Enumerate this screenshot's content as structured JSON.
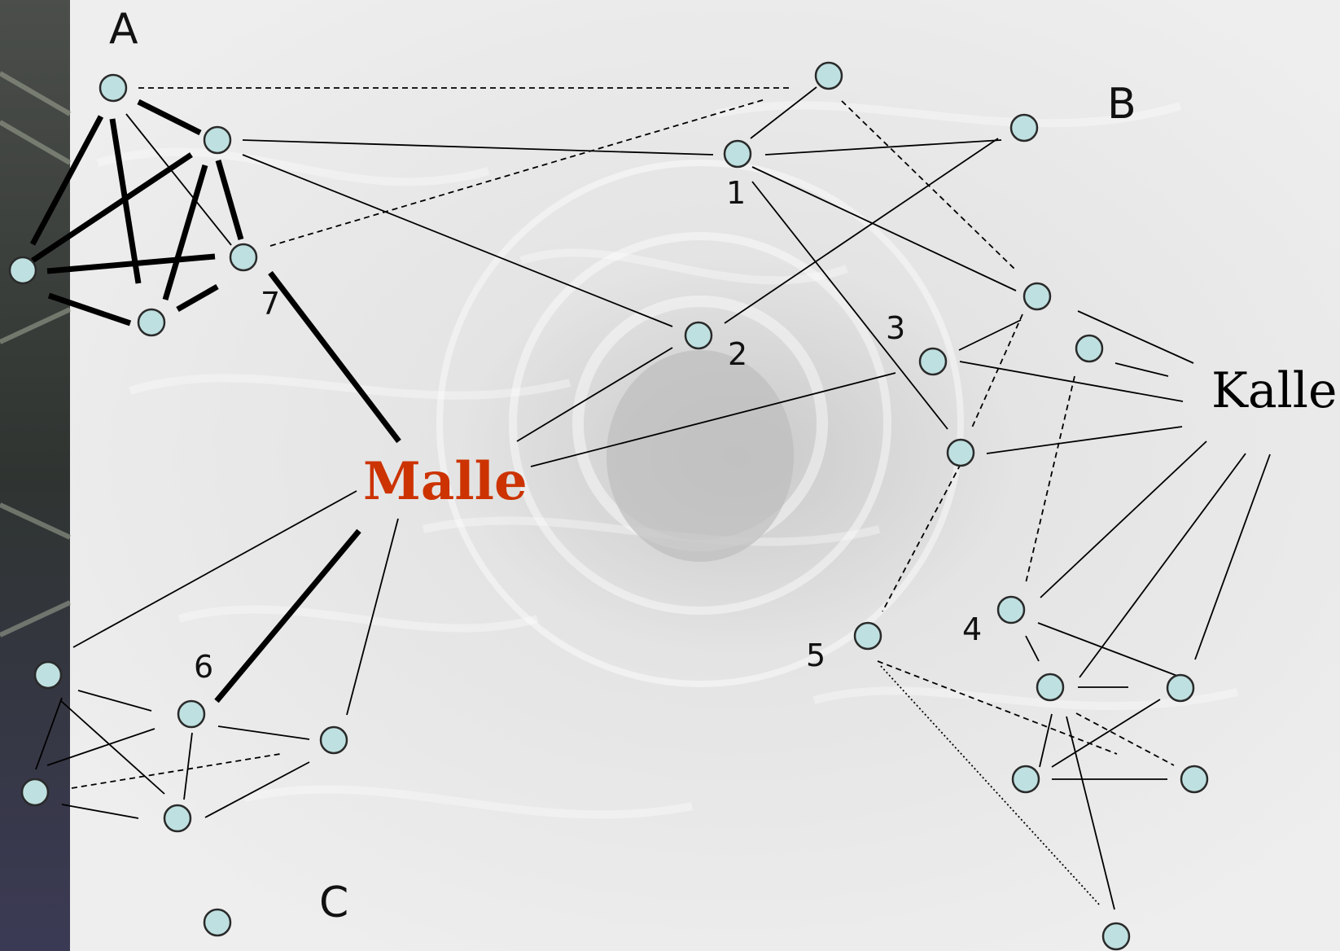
{
  "colors": {
    "node_fill": "#bfe0e0",
    "node_stroke": "#2a2a2a",
    "edge": "#000000",
    "malle": "#cc3300",
    "kalle": "#000000",
    "left_strip": "#3a3d44"
  },
  "group_labels": {
    "a": "A",
    "b": "B",
    "c": "C"
  },
  "node_numbers": {
    "n1": "1",
    "n2": "2",
    "n3": "3",
    "n4": "4",
    "n5": "5",
    "n6": "6",
    "n7": "7"
  },
  "people": {
    "malle": "Malle",
    "kalle": "Kalle"
  }
}
